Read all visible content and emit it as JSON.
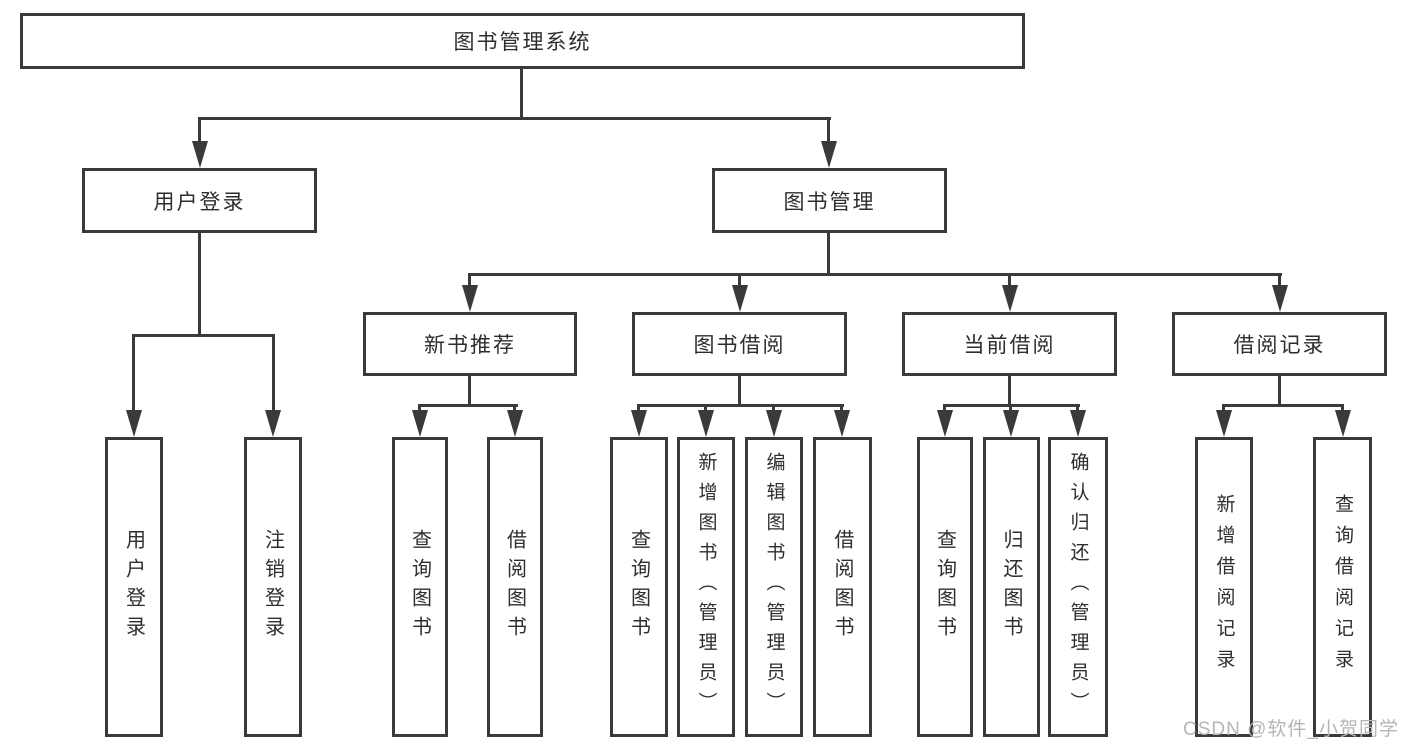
{
  "colors": {
    "line": "#3a3a3a",
    "node_border": "#3a3a3a",
    "text": "#2e2e2e",
    "watermark": "#b5b5b5"
  },
  "watermark": {
    "text": "CSDN @软件_小贺同学"
  },
  "tree": {
    "root": {
      "label": "图书管理系统",
      "children": [
        {
          "label": "用户登录",
          "children": [
            {
              "label": "用户登录"
            },
            {
              "label": "注销登录"
            }
          ]
        },
        {
          "label": "图书管理",
          "children": [
            {
              "label": "新书推荐",
              "children": [
                {
                  "label": "查询图书"
                },
                {
                  "label": "借阅图书"
                }
              ]
            },
            {
              "label": "图书借阅",
              "children": [
                {
                  "label": "查询图书"
                },
                {
                  "label": "新增图书（管理员）"
                },
                {
                  "label": "编辑图书（管理员）"
                },
                {
                  "label": "借阅图书"
                }
              ]
            },
            {
              "label": "当前借阅",
              "children": [
                {
                  "label": "查询图书"
                },
                {
                  "label": "归还图书"
                },
                {
                  "label": "确认归还（管理员）"
                }
              ]
            },
            {
              "label": "借阅记录",
              "children": [
                {
                  "label": "新增借阅记录"
                },
                {
                  "label": "查询借阅记录"
                }
              ]
            }
          ]
        }
      ]
    }
  }
}
